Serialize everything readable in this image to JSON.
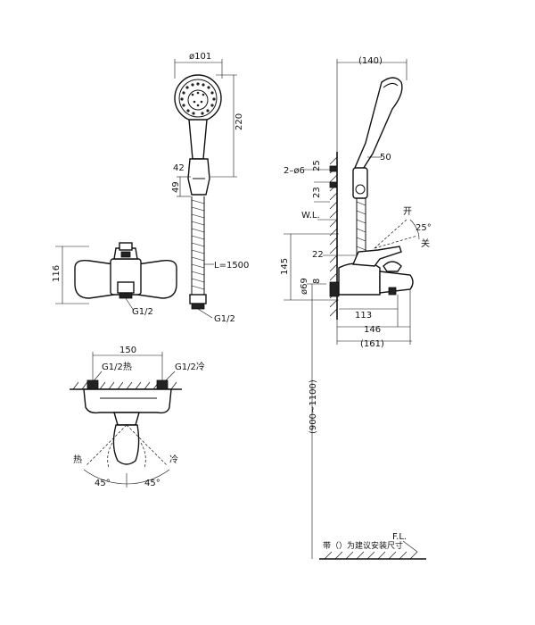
{
  "dimensions": {
    "head_diameter": "ø101",
    "head_length": "220",
    "bracket_width": "42",
    "bracket_height": "49",
    "hose_length": "L=1500",
    "hose_thread": "G1/2",
    "body_height": "116",
    "body_inlet": "G1/2",
    "centers": "150",
    "inlet_hot": "G1/2热",
    "inlet_cold": "G1/2冷",
    "hot_label": "热",
    "cold_label": "冷",
    "angle_left": "45°",
    "angle_right": "45°",
    "side_total_width": "(140)",
    "side_holes": "2–ø6",
    "side_25": "25",
    "side_23": "23",
    "side_50": "50",
    "water_level": "W.L.",
    "open_label": "开",
    "close_label": "关",
    "lever_angle": "25°",
    "side_22": "22",
    "side_145": "145",
    "side_69": "ø69",
    "side_8": "8",
    "side_113": "113",
    "side_146": "146",
    "side_161": "(161)",
    "install_height": "(900~1100)",
    "floor_label": "F.L.",
    "note": "带（）为建议安装尺寸"
  }
}
